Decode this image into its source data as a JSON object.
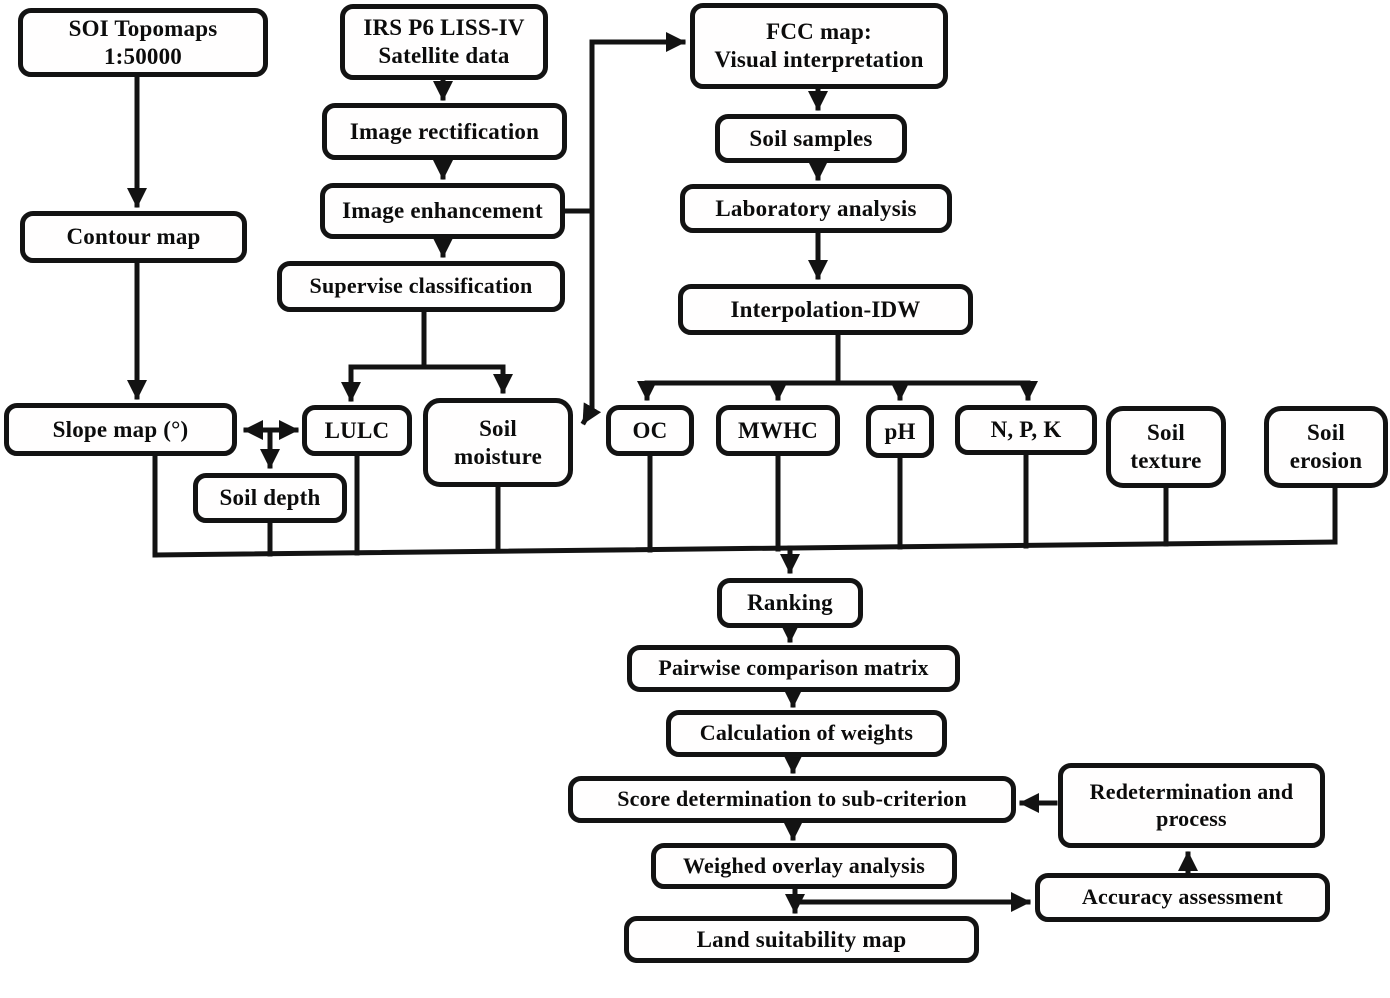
{
  "figure": {
    "type": "flowchart",
    "background_color": "#ffffff",
    "line_color": "#131313",
    "box_fill": "#fffefe",
    "nodes": {
      "soi": {
        "label": "SOI Topomaps\n1:50000"
      },
      "irs": {
        "label": "IRS P6 LISS-IV\nSatellite data"
      },
      "fcc": {
        "label": "FCC map:\nVisual interpretation"
      },
      "image_rectification": {
        "label": "Image rectification"
      },
      "image_enhancement": {
        "label": "Image enhancement"
      },
      "supervise_classification": {
        "label": "Supervise classification"
      },
      "contour_map": {
        "label": "Contour map"
      },
      "soil_samples": {
        "label": "Soil samples"
      },
      "laboratory_analysis": {
        "label": "Laboratory analysis"
      },
      "interpolation_idw": {
        "label": "Interpolation-IDW"
      },
      "slope_map": {
        "label": "Slope map (°)"
      },
      "lulc": {
        "label": "LULC"
      },
      "soil_moisture": {
        "label": "Soil\nmoisture"
      },
      "soil_depth": {
        "label": "Soil depth"
      },
      "oc": {
        "label": "OC"
      },
      "mwhc": {
        "label": "MWHC"
      },
      "ph": {
        "label": "pH"
      },
      "npk": {
        "label": "N, P, K"
      },
      "soil_texture": {
        "label": "Soil\ntexture"
      },
      "soil_erosion": {
        "label": "Soil\nerosion"
      },
      "ranking": {
        "label": "Ranking"
      },
      "pairwise": {
        "label": "Pairwise comparison matrix"
      },
      "calc_weights": {
        "label": "Calculation of weights"
      },
      "score_det": {
        "label": "Score determination to sub-criterion"
      },
      "weighed_overlay": {
        "label": "Weighed overlay analysis"
      },
      "land_suitability": {
        "label": "Land suitability map"
      },
      "redetermination": {
        "label": "Redetermination and\nprocess"
      },
      "accuracy_assessment": {
        "label": "Accuracy assessment"
      }
    },
    "edges": [
      {
        "from": "soi",
        "to": "contour_map",
        "type": "arrow"
      },
      {
        "from": "contour_map",
        "to": "slope_map",
        "type": "arrow"
      },
      {
        "from": "irs",
        "to": "image_rectification",
        "type": "arrow"
      },
      {
        "from": "image_rectification",
        "to": "image_enhancement",
        "type": "arrow"
      },
      {
        "from": "image_enhancement",
        "to": "supervise_classification",
        "type": "arrow"
      },
      {
        "from": "image_enhancement",
        "to": "fcc",
        "type": "arrow"
      },
      {
        "from": "image_enhancement",
        "to": "soil_moisture",
        "type": "arrow"
      },
      {
        "from": "supervise_classification",
        "to": "lulc",
        "type": "arrow"
      },
      {
        "from": "supervise_classification",
        "to": "soil_moisture",
        "type": "arrow"
      },
      {
        "from": "fcc",
        "to": "soil_samples",
        "type": "arrow"
      },
      {
        "from": "soil_samples",
        "to": "laboratory_analysis",
        "type": "arrow"
      },
      {
        "from": "laboratory_analysis",
        "to": "interpolation_idw",
        "type": "arrow"
      },
      {
        "from": "interpolation_idw",
        "to": "oc",
        "type": "arrow"
      },
      {
        "from": "interpolation_idw",
        "to": "mwhc",
        "type": "arrow"
      },
      {
        "from": "interpolation_idw",
        "to": "ph",
        "type": "arrow"
      },
      {
        "from": "interpolation_idw",
        "to": "npk",
        "type": "arrow"
      },
      {
        "from": "slope_map",
        "to": "lulc",
        "type": "double-arrow"
      },
      {
        "from": "slope_map_lulc_link",
        "to": "soil_depth",
        "type": "arrow"
      },
      {
        "from": "slope_map",
        "to": "ranking",
        "type": "collector-line"
      },
      {
        "from": "soil_depth",
        "to": "ranking",
        "type": "collector-line"
      },
      {
        "from": "lulc",
        "to": "ranking",
        "type": "collector-line"
      },
      {
        "from": "soil_moisture",
        "to": "ranking",
        "type": "collector-line"
      },
      {
        "from": "oc",
        "to": "ranking",
        "type": "collector-line"
      },
      {
        "from": "mwhc",
        "to": "ranking",
        "type": "collector-line"
      },
      {
        "from": "ph",
        "to": "ranking",
        "type": "collector-line"
      },
      {
        "from": "npk",
        "to": "ranking",
        "type": "collector-line"
      },
      {
        "from": "soil_texture",
        "to": "ranking",
        "type": "collector-line"
      },
      {
        "from": "soil_erosion",
        "to": "ranking",
        "type": "collector-line"
      },
      {
        "from": "ranking",
        "to": "pairwise",
        "type": "arrow"
      },
      {
        "from": "pairwise",
        "to": "calc_weights",
        "type": "arrow"
      },
      {
        "from": "calc_weights",
        "to": "score_det",
        "type": "arrow"
      },
      {
        "from": "score_det",
        "to": "weighed_overlay",
        "type": "arrow"
      },
      {
        "from": "weighed_overlay",
        "to": "land_suitability",
        "type": "arrow"
      },
      {
        "from": "weighed_overlay",
        "to": "accuracy_assessment",
        "type": "arrow"
      },
      {
        "from": "accuracy_assessment",
        "to": "redetermination",
        "type": "arrow"
      },
      {
        "from": "redetermination",
        "to": "score_det",
        "type": "arrow"
      }
    ]
  }
}
